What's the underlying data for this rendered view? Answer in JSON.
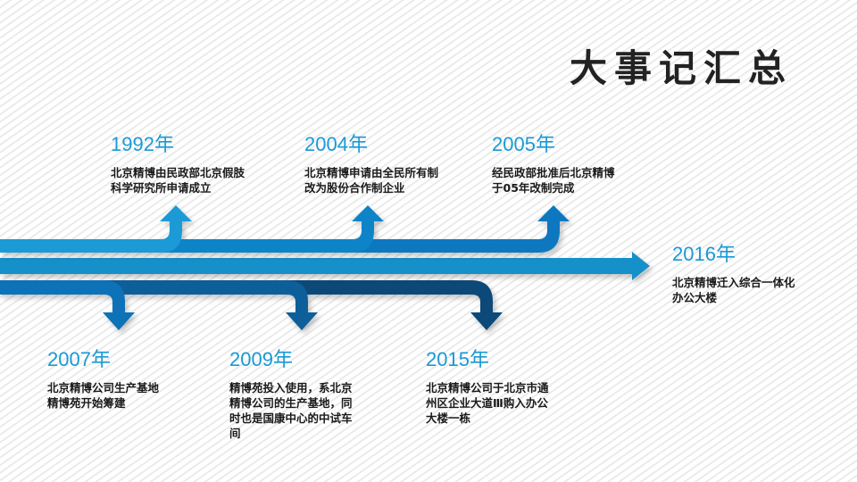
{
  "slide": {
    "title": "大事记汇总"
  },
  "colors": {
    "accent_year": "#1a9ad6",
    "band_top": "#1a9ad6",
    "band_middle": "#1590c8",
    "band_bottom_light": "#0d72b8",
    "band_bottom_mid": "#0b5f9a",
    "band_bottom_dark": "#0a4a78",
    "title": "#222222",
    "text": "#1a1a1a"
  },
  "events": {
    "e1992": {
      "year": "1992年",
      "lines": [
        "北京精博由民政部北京假肢",
        "科学研究所申请成立"
      ]
    },
    "e2004": {
      "year": "2004年",
      "lines": [
        "北京精博申请由全民所有制",
        "改为股份合作制企业"
      ]
    },
    "e2005": {
      "year": "2005年",
      "lines": [
        "经民政部批准后北京精博",
        "于05年改制完成"
      ]
    },
    "e2016": {
      "year": "2016年",
      "lines": [
        "北京精博迁入综合一体化",
        "办公大楼"
      ]
    },
    "e2007": {
      "year": "2007年",
      "lines": [
        "北京精博公司生产基地",
        "精博苑开始筹建"
      ]
    },
    "e2009": {
      "year": "2009年",
      "lines": [
        "精博苑投入使用，系北京",
        "精博公司的生产基地，同",
        "时也是国康中心的中试车",
        "间"
      ]
    },
    "e2015": {
      "year": "2015年",
      "lines": [
        "北京精博公司于北京市通",
        "州区企业大道Ⅲ购入办公",
        "大楼一栋"
      ]
    }
  }
}
